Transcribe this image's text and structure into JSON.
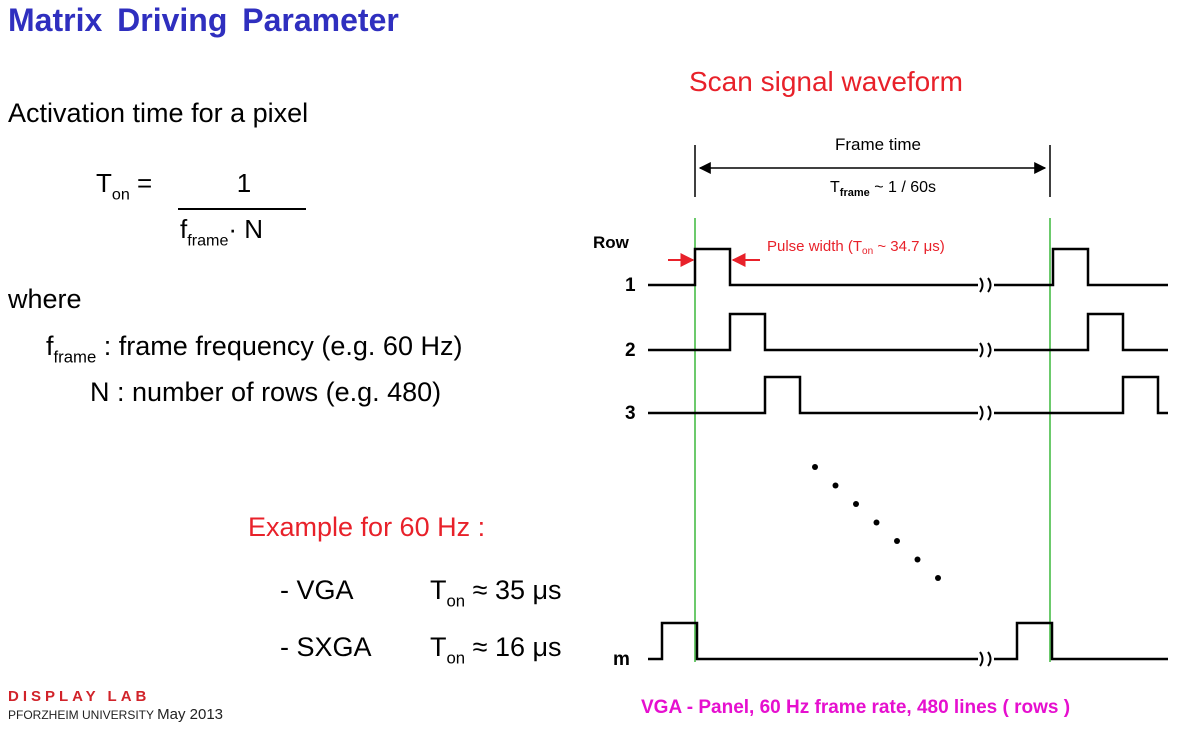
{
  "title": "Matrix  Driving  Parameter",
  "left": {
    "activation": "Activation time for a pixel",
    "formula": {
      "lhs": "T",
      "lhs_sub": "on",
      "equals": "=",
      "numerator": "1",
      "den_f": "f",
      "den_sub": "frame",
      "den_rest": "· N"
    },
    "where": "where",
    "f_def": {
      "sym": "f",
      "sub": "frame",
      "text": " : frame frequency (e.g. 60 Hz)"
    },
    "n_def": "N : number of rows (e.g. 480)",
    "example_title": "Example for 60 Hz :",
    "examples": [
      {
        "name": "- VGA",
        "t": "T",
        "sub": "on",
        "val": " ≈ 35 μs"
      },
      {
        "name": "- SXGA",
        "t": "T",
        "sub": "on",
        "val": " ≈ 16 μs"
      }
    ]
  },
  "footer": {
    "lab": "DISPLAY LAB",
    "university": "PFORZHEIM UNIVERSITY",
    "date": "May 2013"
  },
  "diagram": {
    "title": "Scan signal waveform",
    "frame_time_label": "Frame time",
    "tframe": {
      "t": "T",
      "sub": "frame",
      "rest": " ~ 1 / 60s"
    },
    "row_header": "Row",
    "pulse": {
      "text": "Pulse width (T",
      "sub": "on",
      "rest": " ~ 34.7 μs)"
    },
    "rows": [
      {
        "label": "1",
        "index": 0
      },
      {
        "label": "2",
        "index": 1
      },
      {
        "label": "3",
        "index": 2
      },
      {
        "label": "m",
        "index": -1
      }
    ],
    "dot_count": 7,
    "caption": "VGA - Panel, 60 Hz frame rate, 480 lines ( rows )",
    "colors": {
      "frame_marker": "#3cb83c",
      "pulse_arrow": "#e8212a",
      "title": "#e8212a",
      "caption": "#e60fcf",
      "heading": "#2f2fbf"
    }
  }
}
